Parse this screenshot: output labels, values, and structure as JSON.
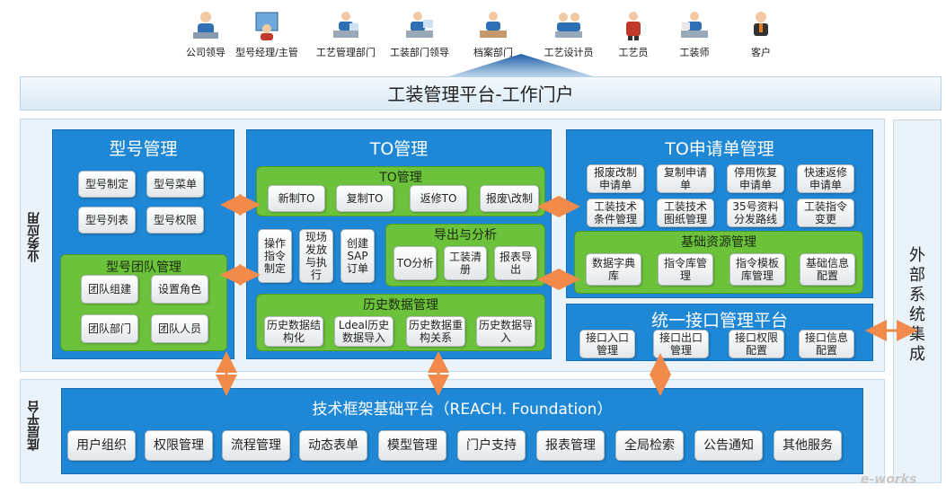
{
  "roles": [
    {
      "label": "公司领导",
      "icon": "company-leader-icon"
    },
    {
      "label": "型号经理/主管",
      "icon": "model-manager-icon"
    },
    {
      "label": "工艺管理部门",
      "icon": "process-dept-icon"
    },
    {
      "label": "工装部门领导",
      "icon": "tooling-dept-leader-icon"
    },
    {
      "label": "档案部门",
      "icon": "archive-dept-icon"
    },
    {
      "label": "工艺设计员",
      "icon": "process-designer-icon"
    },
    {
      "label": "工艺员",
      "icon": "process-staff-icon"
    },
    {
      "label": "工装师",
      "icon": "tooling-engineer-icon"
    },
    {
      "label": "客户",
      "icon": "customer-icon"
    }
  ],
  "portal": {
    "title": "工装管理平台-工作门户"
  },
  "business": {
    "label": "业务应用"
  },
  "base": {
    "label": "底层平台"
  },
  "external": {
    "label": "外部系统集成"
  },
  "model_mgmt": {
    "title": "型号管理",
    "items": [
      "型号制定",
      "型号菜单",
      "型号列表",
      "型号权限"
    ],
    "team": {
      "title": "型号团队管理",
      "items": [
        "团队组建",
        "设置角色",
        "团队部门",
        "团队人员"
      ]
    }
  },
  "to_mgmt": {
    "title": "TO管理",
    "inner": {
      "title": "TO管理",
      "items": [
        "新制TO",
        "复制TO",
        "返修TO",
        "报废\\改制"
      ]
    },
    "side_items": [
      "操作指令制定",
      "现场发放与执行",
      "创建SAP订单"
    ],
    "export": {
      "title": "导出与分析",
      "items": [
        "TO分析",
        "工装清册",
        "报表导出"
      ]
    },
    "history": {
      "title": "历史数据管理",
      "items": [
        "历史数据结构化",
        "Ldeal历史数据导入",
        "历史数据重构关系",
        "历史数据导入"
      ]
    }
  },
  "to_request": {
    "title": "TO申请单管理",
    "items": [
      "报废改制申请单",
      "复制申请单",
      "停用恢复申请单",
      "快速返修申请单",
      "工装技术条件管理",
      "工装技术图纸管理",
      "35号资料分发路线",
      "工装指令变更"
    ],
    "base_resource": {
      "title": "基础资源管理",
      "items": [
        "数据字典库",
        "指令库管理",
        "指令模板库管理",
        "基础信息配置"
      ]
    }
  },
  "interface": {
    "title": "统一接口管理平台",
    "items": [
      "接口入口管理",
      "接口出口管理",
      "接口权限配置",
      "接口信息配置"
    ]
  },
  "foundation": {
    "title": "技术框架基础平台（REACH. Foundation）",
    "items": [
      "用户组织",
      "权限管理",
      "流程管理",
      "动态表单",
      "模型管理",
      "门户支持",
      "报表管理",
      "全局检索",
      "公告通知",
      "其他服务"
    ]
  },
  "logo": {
    "text": "e-works"
  },
  "colors": {
    "blue": "#1e87d6",
    "green": "#6cc23b",
    "arrow": "#f28a4b",
    "zone": "#eaf3fa"
  }
}
